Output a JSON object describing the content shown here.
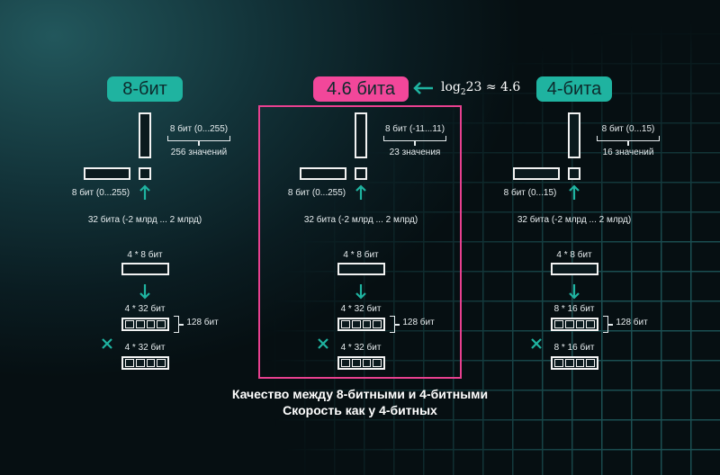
{
  "colors": {
    "teal": "#1fb3a0",
    "pink": "#f2479a"
  },
  "columns": [
    {
      "badge": "8-бит",
      "badge_color": "#1fb3a0",
      "top_label": "8 бит (0...255)",
      "values_label": "256 значений",
      "left_label": "8 бит (0...255)",
      "accum_label": "32 бита (-2 млрд ... 2 млрд)",
      "pack_label": "4 * 8 бит",
      "unpacked_label": "4 * 32 бит",
      "bits_label": "128 бит",
      "weights_label": "4 * 32 бит"
    },
    {
      "badge": "4.6 бита",
      "badge_color": "#f2479a",
      "top_label": "8 бит (-11...11)",
      "values_label": "23 значения",
      "left_label": "8 бит (0...255)",
      "accum_label": "32 бита (-2 млрд ... 2 млрд)",
      "pack_label": "4 * 8 бит",
      "unpacked_label": "4 * 32 бит",
      "bits_label": "128 бит",
      "weights_label": "4 * 32 бит"
    },
    {
      "badge": "4-бита",
      "badge_color": "#1fb3a0",
      "top_label": "8 бит (0...15)",
      "values_label": "16 значений",
      "left_label": "8 бит (0...15)",
      "accum_label": "32 бита (-2 млрд ... 2 млрд)",
      "pack_label": "4 * 8 бит",
      "unpacked_label": "8 * 16 бит",
      "bits_label": "128 бит",
      "weights_label": "8 * 16 бит"
    }
  ],
  "formula": {
    "log": "log",
    "base": "2",
    "rest": "23 ≈ 4.6"
  },
  "footer": {
    "line1": "Качество между 8-битными и 4-битными",
    "line2": "Скорость как у 4-битных"
  }
}
